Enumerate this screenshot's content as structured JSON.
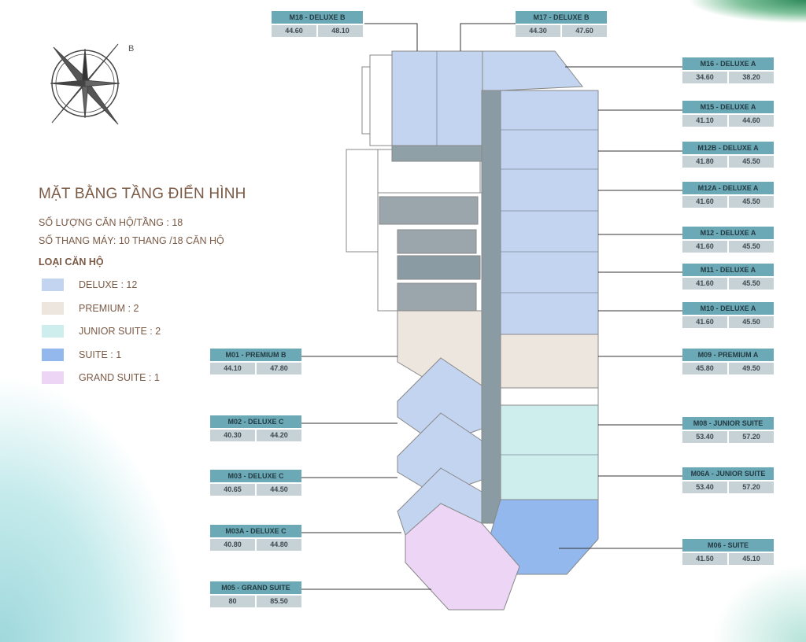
{
  "heading": "MẶT BẰNG TẦNG ĐIỂN HÌNH",
  "info": [
    "SỐ LƯỢNG CĂN HỘ/TẦNG : 18",
    "SỐ THANG MÁY: 10 THANG /18 CĂN HỘ"
  ],
  "legend": {
    "title": "LOẠI CĂN HỘ",
    "items": [
      {
        "label": "DELUXE : 12",
        "color": "#c3d4f0"
      },
      {
        "label": "PREMIUM : 2",
        "color": "#ede6df"
      },
      {
        "label": "JUNIOR SUITE : 2",
        "color": "#cdeeed"
      },
      {
        "label": "SUITE : 1",
        "color": "#92b8ee"
      },
      {
        "label": "GRAND SUITE : 1",
        "color": "#ecd5f5"
      }
    ]
  },
  "compass": {
    "north_label": "B"
  },
  "units": [
    {
      "name": "M18 - DELUXE B",
      "a": "44.60",
      "b": "48.10"
    },
    {
      "name": "M17 - DELUXE B",
      "a": "44.30",
      "b": "47.60"
    },
    {
      "name": "M16 - DELUXE A",
      "a": "34.60",
      "b": "38.20"
    },
    {
      "name": "M15 - DELUXE A",
      "a": "41.10",
      "b": "44.60"
    },
    {
      "name": "M12B - DELUXE A",
      "a": "41.80",
      "b": "45.50"
    },
    {
      "name": "M12A - DELUXE A",
      "a": "41.60",
      "b": "45.50"
    },
    {
      "name": "M12 - DELUXE A",
      "a": "41.60",
      "b": "45.50"
    },
    {
      "name": "M11 - DELUXE A",
      "a": "41.60",
      "b": "45.50"
    },
    {
      "name": "M10 - DELUXE A",
      "a": "41.60",
      "b": "45.50"
    },
    {
      "name": "M09 - PREMIUM A",
      "a": "45.80",
      "b": "49.50"
    },
    {
      "name": "M08 - JUNIOR SUITE",
      "a": "53.40",
      "b": "57.20"
    },
    {
      "name": "M06A - JUNIOR SUITE",
      "a": "53.40",
      "b": "57.20"
    },
    {
      "name": "M06 - SUITE",
      "a": "41.50",
      "b": "45.10"
    },
    {
      "name": "M01 - PREMIUM B",
      "a": "44.10",
      "b": "47.80"
    },
    {
      "name": "M02 - DELUXE C",
      "a": "40.30",
      "b": "44.20"
    },
    {
      "name": "M03 - DELUXE C",
      "a": "40.65",
      "b": "44.50"
    },
    {
      "name": "M03A - DELUXE C",
      "a": "40.80",
      "b": "44.80"
    },
    {
      "name": "M05 - GRAND SUITE",
      "a": "80",
      "b": "85.50"
    }
  ]
}
